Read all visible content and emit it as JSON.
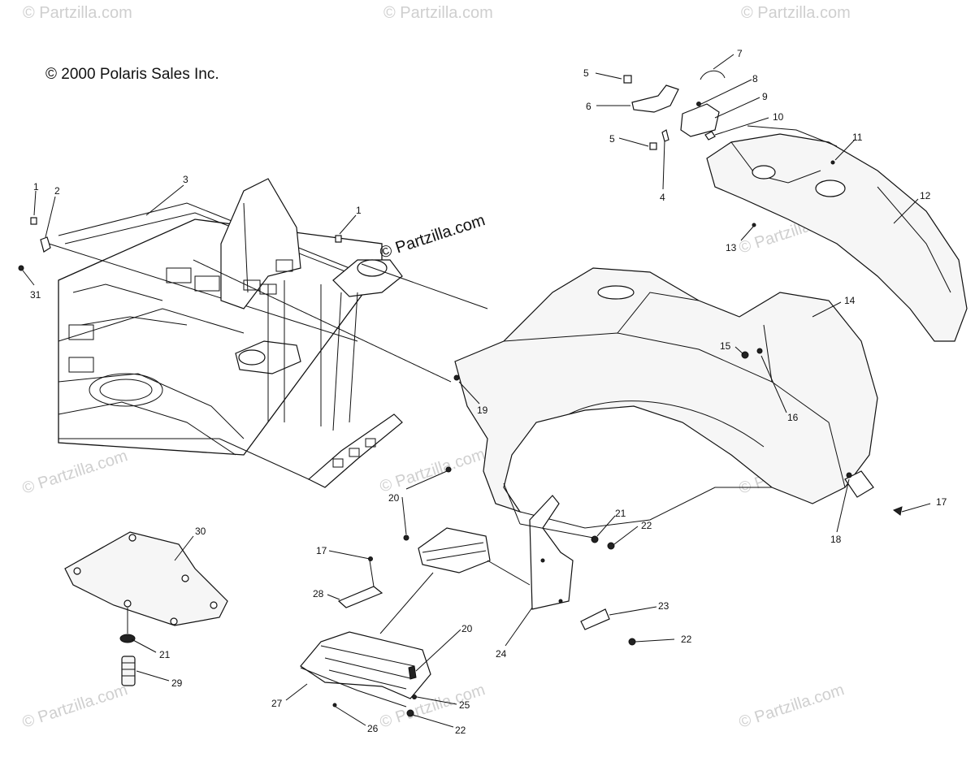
{
  "copyright": "© 2000 Polaris Sales Inc.",
  "watermark": "© Partzilla.com",
  "callouts": {
    "c1a": "1",
    "c2": "2",
    "c3": "3",
    "c31": "31",
    "c1b": "1",
    "c5a": "5",
    "c5b": "5",
    "c6": "6",
    "c4": "4",
    "c7": "7",
    "c8": "8",
    "c9": "9",
    "c10": "10",
    "c11": "11",
    "c12": "12",
    "c13": "13",
    "c14": "14",
    "c15": "15",
    "c16": "16",
    "c17a": "17",
    "c18": "18",
    "c19": "19",
    "c20a": "20",
    "c21a": "21",
    "c22a": "22",
    "c17b": "17",
    "c28": "28",
    "c30": "30",
    "c21b": "21",
    "c29": "29",
    "c20b": "20",
    "c23": "23",
    "c22b": "22",
    "c24": "24",
    "c27": "27",
    "c25": "25",
    "c26": "26",
    "c22c": "22"
  }
}
